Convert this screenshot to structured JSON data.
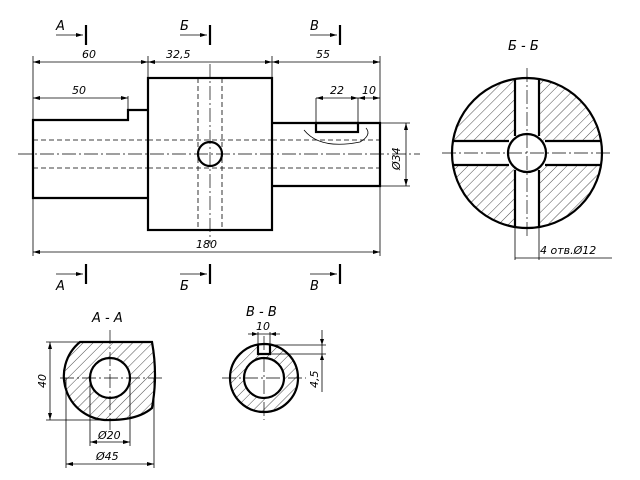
{
  "cut_labels": {
    "a": "А",
    "b": "Б",
    "v": "В"
  },
  "dims": {
    "d60_top": "60",
    "d32_5": "32,5",
    "d55": "55",
    "d50": "50",
    "d22": "22",
    "d10_key": "10",
    "d34": "Ø34",
    "d180": "180"
  },
  "section_bb": {
    "title": "Б - Б",
    "holes_note": "4 отв.Ø12"
  },
  "section_aa": {
    "title": "А - А",
    "d40": "40",
    "d20": "Ø20",
    "d45": "Ø45"
  },
  "section_vv": {
    "title": "В - В",
    "d10": "10",
    "d4_5": "4,5"
  }
}
